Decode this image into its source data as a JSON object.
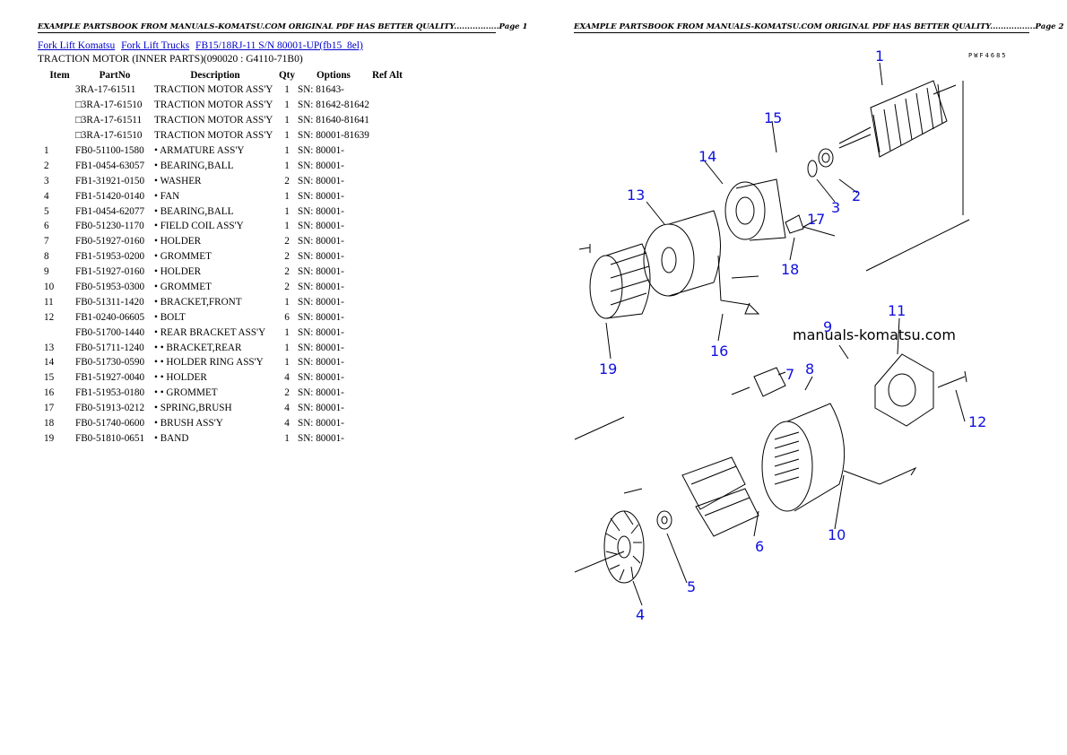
{
  "header": {
    "page1": "EXAMPLE PARTSBOOK FROM MANUALS-KOMATSU.COM ORIGINAL PDF HAS BETTER QUALITY.................Page 1",
    "page2": "EXAMPLE PARTSBOOK FROM MANUALS-KOMATSU.COM ORIGINAL PDF HAS BETTER QUALITY.................Page 2"
  },
  "breadcrumb": [
    "Fork Lift Komatsu",
    "Fork Lift Trucks",
    "FB15/18RJ-11 S/N 80001-UP(fb15_8el)"
  ],
  "subtitle": "TRACTION MOTOR (INNER PARTS)(090020 : G4110-71B0)",
  "table": {
    "columns": [
      "Item",
      "PartNo",
      "Description",
      "Qty",
      "Options",
      "Ref Alt"
    ],
    "rows": [
      [
        "",
        "3RA-17-61511",
        "TRACTION MOTOR ASS'Y",
        "1",
        "SN: 81643-",
        ""
      ],
      [
        "",
        "□3RA-17-61510",
        "TRACTION MOTOR ASS'Y",
        "1",
        "SN: 81642-81642",
        ""
      ],
      [
        "",
        "□3RA-17-61511",
        "TRACTION MOTOR ASS'Y",
        "1",
        "SN: 81640-81641",
        ""
      ],
      [
        "",
        "□3RA-17-61510",
        "TRACTION MOTOR ASS'Y",
        "1",
        "SN: 80001-81639",
        ""
      ],
      [
        "1",
        "FB0-51100-1580",
        "• ARMATURE ASS'Y",
        "1",
        "SN: 80001-",
        ""
      ],
      [
        "2",
        "FB1-0454-63057",
        "• BEARING,BALL",
        "1",
        "SN: 80001-",
        ""
      ],
      [
        "3",
        "FB1-31921-0150",
        "• WASHER",
        "2",
        "SN: 80001-",
        ""
      ],
      [
        "4",
        "FB1-51420-0140",
        "• FAN",
        "1",
        "SN: 80001-",
        ""
      ],
      [
        "5",
        "FB1-0454-62077",
        "• BEARING,BALL",
        "1",
        "SN: 80001-",
        ""
      ],
      [
        "6",
        "FB0-51230-1170",
        "• FIELD COIL ASS'Y",
        "1",
        "SN: 80001-",
        ""
      ],
      [
        "7",
        "FB0-51927-0160",
        "• HOLDER",
        "2",
        "SN: 80001-",
        ""
      ],
      [
        "8",
        "FB1-51953-0200",
        "• GROMMET",
        "2",
        "SN: 80001-",
        ""
      ],
      [
        "9",
        "FB1-51927-0160",
        "• HOLDER",
        "2",
        "SN: 80001-",
        ""
      ],
      [
        "10",
        "FB0-51953-0300",
        "• GROMMET",
        "2",
        "SN: 80001-",
        ""
      ],
      [
        "11",
        "FB0-51311-1420",
        "• BRACKET,FRONT",
        "1",
        "SN: 80001-",
        ""
      ],
      [
        "12",
        "FB1-0240-06605",
        "• BOLT",
        "6",
        "SN: 80001-",
        ""
      ],
      [
        "",
        "FB0-51700-1440",
        "• REAR BRACKET ASS'Y",
        "1",
        "SN: 80001-",
        ""
      ],
      [
        "13",
        "FB0-51711-1240",
        "• • BRACKET,REAR",
        "1",
        "SN: 80001-",
        ""
      ],
      [
        "14",
        "FB0-51730-0590",
        "• • HOLDER RING ASS'Y",
        "1",
        "SN: 80001-",
        ""
      ],
      [
        "15",
        "FB1-51927-0040",
        "• • HOLDER",
        "4",
        "SN: 80001-",
        ""
      ],
      [
        "16",
        "FB1-51953-0180",
        "• • GROMMET",
        "2",
        "SN: 80001-",
        ""
      ],
      [
        "17",
        "FB0-51913-0212",
        "• SPRING,BRUSH",
        "4",
        "SN: 80001-",
        ""
      ],
      [
        "18",
        "FB0-51740-0600",
        "• BRUSH ASS'Y",
        "4",
        "SN: 80001-",
        ""
      ],
      [
        "19",
        "FB0-51810-0651",
        "• BAND",
        "1",
        "SN: 80001-",
        ""
      ]
    ]
  },
  "diagram": {
    "code": "PWF4685",
    "watermark": "manuals-komatsu.com",
    "callouts": [
      "1",
      "2",
      "3",
      "4",
      "5",
      "6",
      "7",
      "8",
      "9",
      "10",
      "11",
      "12",
      "13",
      "14",
      "15",
      "16",
      "17",
      "18",
      "19"
    ],
    "callout_color": "#1010e0"
  }
}
